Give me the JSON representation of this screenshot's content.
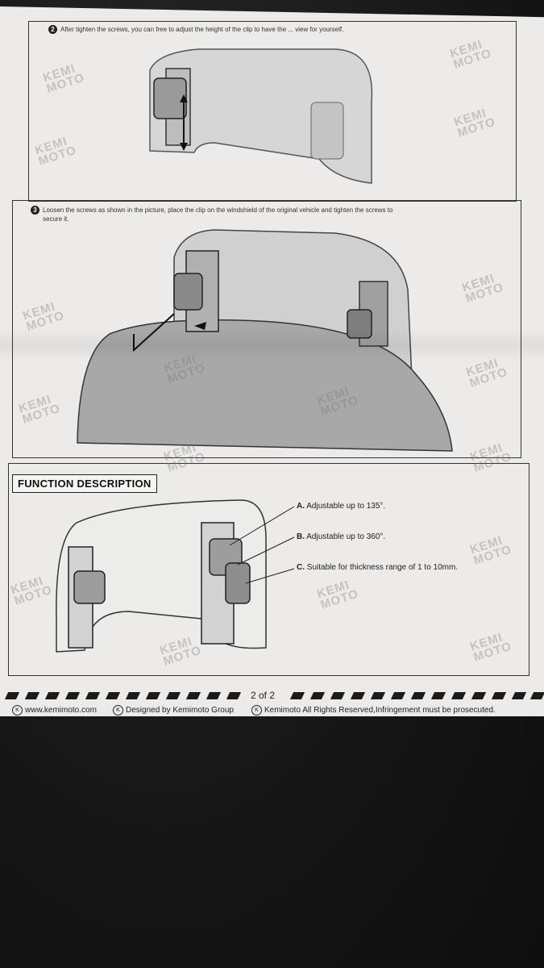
{
  "steps": {
    "step2": {
      "number": "2",
      "text": "After tighten the screws, you can free to adjust the height of the clip to have the ... view for yourself."
    },
    "step3": {
      "number": "3",
      "text_line1": "Loosen the screws as shown in the picture, place the clip on the windshield of the original vehicle and tighten the screws to",
      "text_line2": "secure it."
    }
  },
  "function": {
    "title": "FUNCTION DESCRIPTION",
    "callouts": [
      {
        "letter": "A.",
        "text": "Adjustable up to 135°."
      },
      {
        "letter": "B.",
        "text": "Adjustable up to 360°."
      },
      {
        "letter": "C.",
        "text": "Suitable for thickness range of 1 to 10mm."
      }
    ]
  },
  "watermark": {
    "line1": "KEMI",
    "line2": "MOTO"
  },
  "page": {
    "number": "2 of 2"
  },
  "footer": {
    "k_mark": "K",
    "website": "www.kemimoto.com",
    "designer": "Designed by Kemimoto Group",
    "rights": "Kemimoto All Rights Reserved,Infringement must be prosecuted."
  },
  "colors": {
    "paper": "#ecebe9",
    "ink": "#222222",
    "background": "#141414"
  }
}
